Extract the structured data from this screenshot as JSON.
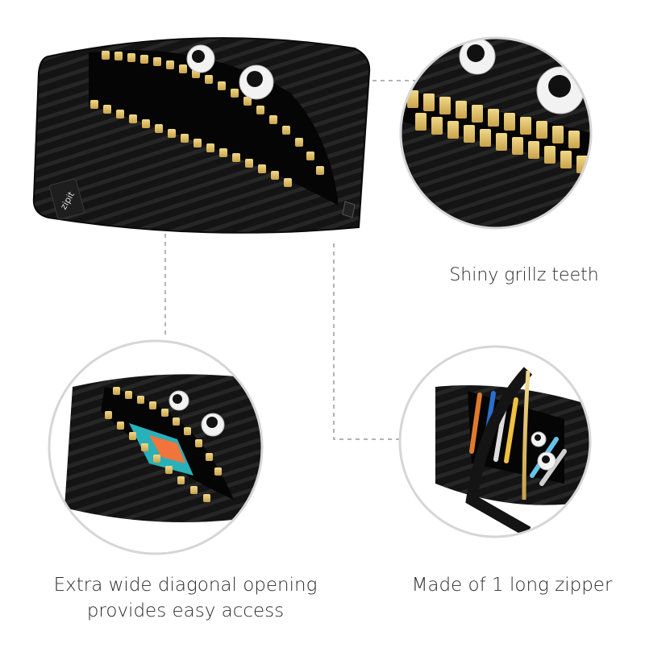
{
  "colors": {
    "fabric": "#141414",
    "fabric_stripe": "#262626",
    "zipper_gold": "#c9a24a",
    "zipper_gold_light": "#f0d98a",
    "circle_border": "#d6d6d6",
    "dashed_line": "#9a9a9a",
    "caption_text": "#2b2b2b"
  },
  "features": {
    "teeth": {
      "caption": "Shiny grillz teeth"
    },
    "opening": {
      "caption_line1": "Extra wide diagonal opening",
      "caption_line2": "provides easy access"
    },
    "zipper": {
      "caption": "Made of 1 long zipper"
    }
  },
  "brand_label": "zipit",
  "icons": [
    "googly-eye-icon",
    "zipper-teeth-icon",
    "pouch-icon"
  ]
}
